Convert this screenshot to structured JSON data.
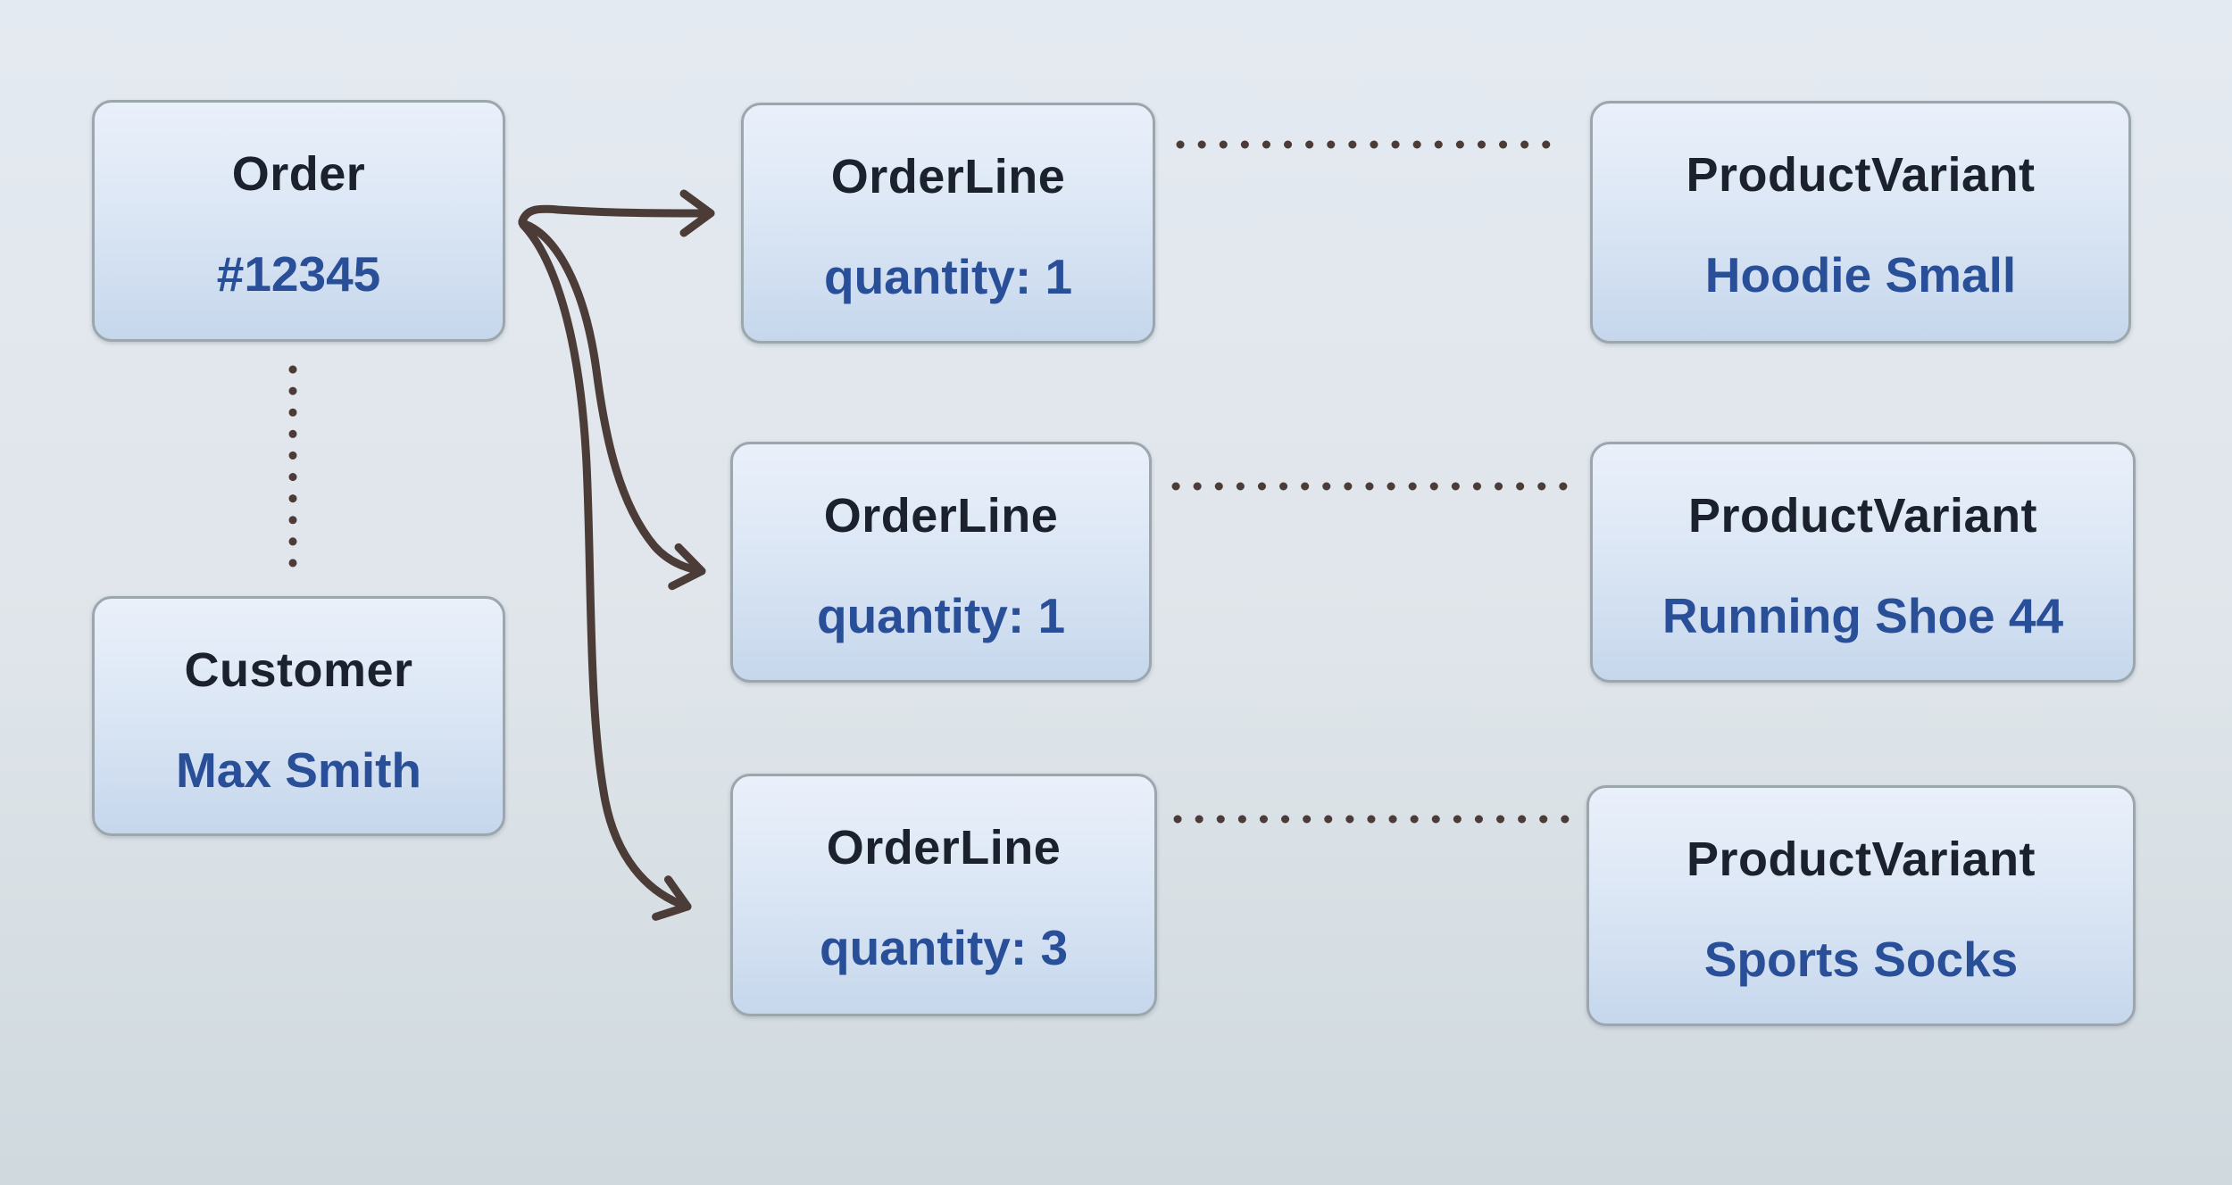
{
  "entities": {
    "order": {
      "title": "Order",
      "value": "#12345"
    },
    "customer": {
      "title": "Customer",
      "value": "Max Smith"
    },
    "order_lines": [
      {
        "title": "OrderLine",
        "value": "quantity: 1"
      },
      {
        "title": "OrderLine",
        "value": "quantity: 1"
      },
      {
        "title": "OrderLine",
        "value": "quantity: 3"
      }
    ],
    "product_variants": [
      {
        "title": "ProductVariant",
        "value": "Hoodie Small"
      },
      {
        "title": "ProductVariant",
        "value": "Running Shoe 44"
      },
      {
        "title": "ProductVariant",
        "value": "Sports Socks"
      }
    ]
  },
  "relationships": [
    {
      "type": "solid-arrow",
      "from": "order",
      "to": "order_lines.0"
    },
    {
      "type": "solid-arrow",
      "from": "order",
      "to": "order_lines.1"
    },
    {
      "type": "solid-arrow",
      "from": "order",
      "to": "order_lines.2"
    },
    {
      "type": "dotted-line",
      "from": "order",
      "to": "customer"
    },
    {
      "type": "dotted-line",
      "from": "order_lines.0",
      "to": "product_variants.0"
    },
    {
      "type": "dotted-line",
      "from": "order_lines.1",
      "to": "product_variants.1"
    },
    {
      "type": "dotted-line",
      "from": "order_lines.2",
      "to": "product_variants.2"
    }
  ],
  "colors": {
    "connector": "#4c3c37",
    "box_border": "#9ba6ad",
    "box_fill_top": "#eaf0fa",
    "box_fill_bottom": "#c6d7ec",
    "title_text": "#1b222e",
    "value_text": "#2a4f99",
    "background_top": "#e4eaf1",
    "background_bottom": "#cfd9de"
  }
}
